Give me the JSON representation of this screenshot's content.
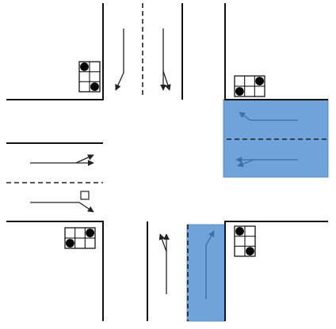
{
  "colors": {
    "background": "#ffffff",
    "road_edge": "#111111",
    "lane_divider": "#222222",
    "arrow": "#333333",
    "highlight_fill": "#6fa3da",
    "highlight_stroke": "#5a8cc4",
    "highlight_arrow": "#3c6fa5",
    "signal_lamp": "#000000",
    "signal_box": "#ffffff"
  },
  "highlights": [
    {
      "id": "east-approach",
      "label": ""
    },
    {
      "id": "south-exit-lane",
      "label": ""
    }
  ],
  "signal_heads": [
    {
      "id": "signal-north-west",
      "icon": "traffic-signal-icon"
    },
    {
      "id": "signal-north-east",
      "icon": "traffic-signal-icon"
    },
    {
      "id": "signal-south-west",
      "icon": "traffic-signal-icon"
    },
    {
      "id": "signal-south-east",
      "icon": "traffic-signal-icon"
    }
  ],
  "lane_arrows": [
    {
      "id": "north-left-turn",
      "icon": "left-turn-arrow-icon"
    },
    {
      "id": "north-straight-right",
      "icon": "straight-right-arrow-icon"
    },
    {
      "id": "west-straight-left",
      "icon": "straight-left-arrow-icon"
    },
    {
      "id": "west-right-turn",
      "icon": "right-turn-arrow-icon"
    },
    {
      "id": "east-straight-left",
      "icon": "straight-left-arrow-icon"
    },
    {
      "id": "east-straight",
      "icon": "straight-arrow-icon"
    },
    {
      "id": "south-straight-left",
      "icon": "straight-left-arrow-icon"
    },
    {
      "id": "south-right-turn",
      "icon": "right-turn-arrow-icon"
    }
  ]
}
